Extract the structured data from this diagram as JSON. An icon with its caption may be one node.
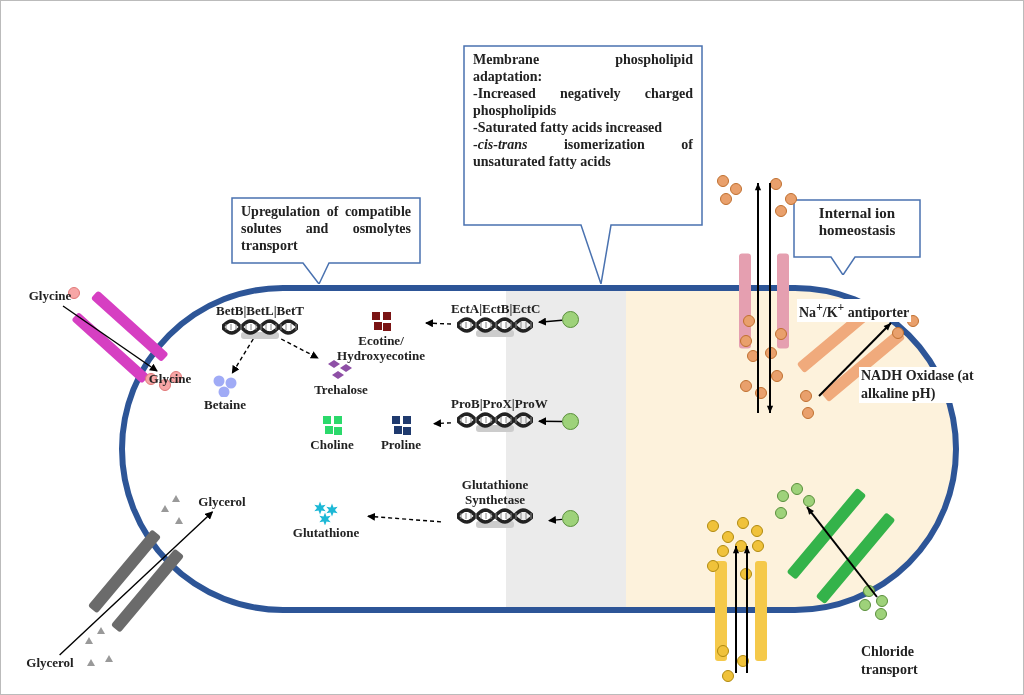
{
  "diagram": {
    "nodes": [
      {
        "text": [
          "Upregulation of compatible solutes and osmolytes transport"
        ]
      },
      {
        "text": [
          "Membrane phospholipid adaptation:",
          "-Increased negatively charged phospholipids",
          "-Saturated fatty acids increased",
          "-*cis-trans* isomerization of unsaturated fatty acids"
        ]
      },
      {
        "text": [
          "Internal ion homeostasis"
        ]
      },
      {
        "text": [],
        "shape": "box"
      },
      {
        "text": [
          "Glycine"
        ]
      },
      {
        "text": [
          "Glycine"
        ],
        "in": 3
      },
      {
        "text": [
          "BetB|BetL|BetT"
        ],
        "in": 3
      },
      {
        "text": [
          "Betaine"
        ],
        "in": 3
      },
      {
        "text": [
          "Trehalose"
        ],
        "in": 3
      },
      {
        "text": [
          "EctA|EctB|EctC"
        ],
        "in": 3
      },
      {
        "text": [
          "Ecotine/ Hydroxyecotine"
        ],
        "in": 3
      },
      {
        "text": [],
        "shape": "circle",
        "in": 3
      },
      {
        "text": [
          "Choline"
        ],
        "in": 3
      },
      {
        "text": [
          "ProB|ProX|ProW"
        ],
        "in": 3
      },
      {
        "text": [
          "Proline"
        ],
        "in": 3
      },
      {
        "text": [],
        "shape": "circle",
        "in": 3
      },
      {
        "text": [
          "Glutathione Synthetase"
        ],
        "in": 3
      },
      {
        "text": [
          "Glutathione"
        ],
        "in": 3
      },
      {
        "text": [],
        "shape": "circle",
        "in": 3
      },
      {
        "text": [
          "Glycerol"
        ],
        "in": 3
      },
      {
        "text": [
          "Glycerol"
        ]
      }
    ],
    "edges": [
      {
        "from": 4,
        "to": 5,
        "arrow": "to"
      },
      {
        "from": 6,
        "to": 7,
        "arrow": "to",
        "style": "dashed"
      },
      {
        "from": 6,
        "to": 8,
        "arrow": "to",
        "style": "dashed"
      },
      {
        "from": 11,
        "to": 9,
        "arrow": "to"
      },
      {
        "from": 9,
        "to": 10,
        "arrow": "to",
        "style": "dashed"
      },
      {
        "from": 15,
        "to": 13,
        "arrow": "to"
      },
      {
        "from": 13,
        "to": 14,
        "arrow": "to",
        "style": "dashed"
      },
      {
        "from": 18,
        "to": 16,
        "arrow": "to"
      },
      {
        "from": 16,
        "to": 17,
        "arrow": "to",
        "style": "dashed"
      },
      {
        "from": 20,
        "to": 19,
        "arrow": "to"
      }
    ],
    "labels": [
      "Na$^{+}$/K$^{+}$ antiporter",
      "NADH Oxidase (at alkaline pH)",
      "Chloride transport"
    ]
  }
}
